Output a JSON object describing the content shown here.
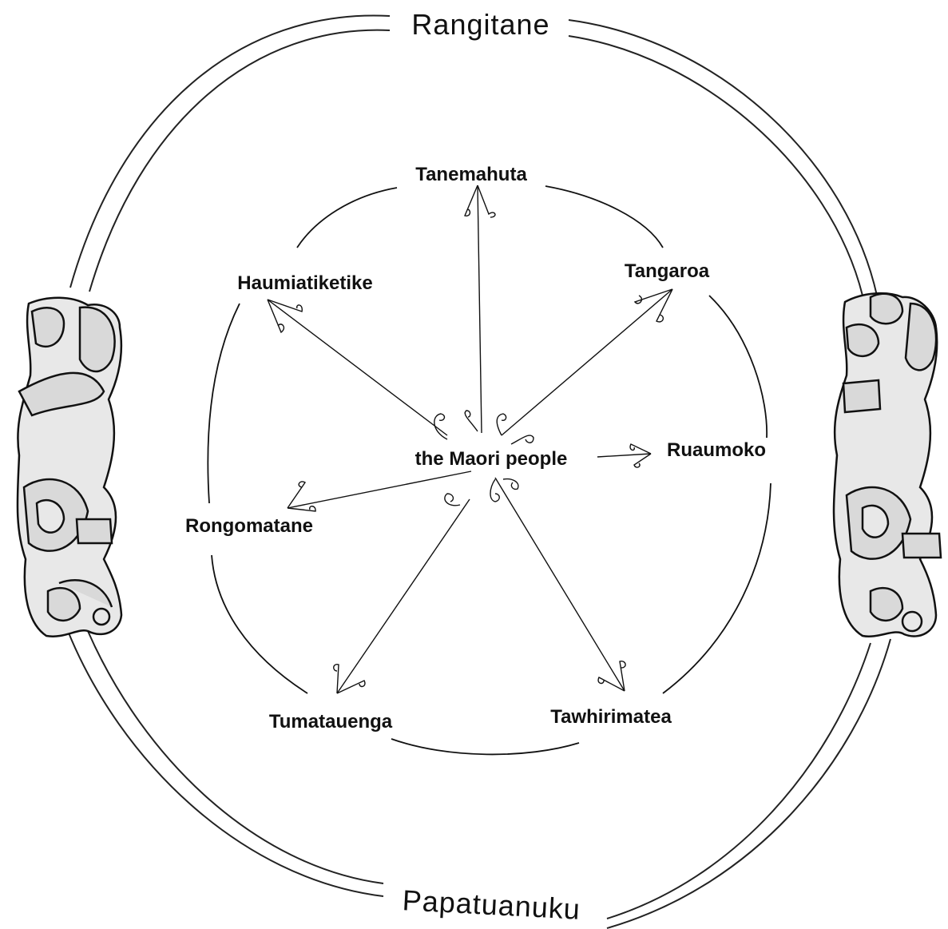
{
  "outer": {
    "top": "Rangitane",
    "bottom": "Papatuanuku"
  },
  "center": "the Maori people",
  "deities": {
    "tanemahuta": "Tanemahuta",
    "tangaroa": "Tangaroa",
    "haumiatiketike": "Haumiatiketike",
    "ruaumoko": "Ruaumoko",
    "rongomatane": "Rongomatane",
    "tumatauenga": "Tumatauenga",
    "tawhirimatea": "Tawhirimatea"
  },
  "icons": {
    "left_carving": "carved-figure-icon",
    "right_carving": "carved-figure-icon",
    "arrowheads": "koru-arrowhead-icon"
  }
}
